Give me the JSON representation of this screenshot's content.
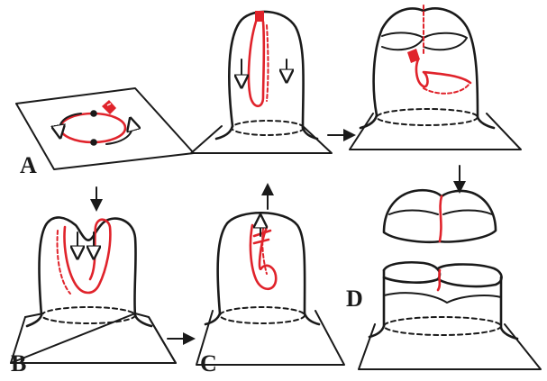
{
  "colors": {
    "ink": "#1a1a1a",
    "accent": "#e0232b",
    "background": "#ffffff"
  },
  "panels": [
    {
      "label": "A"
    },
    {
      "label": "B"
    },
    {
      "label": "C"
    },
    {
      "label": "D"
    }
  ]
}
